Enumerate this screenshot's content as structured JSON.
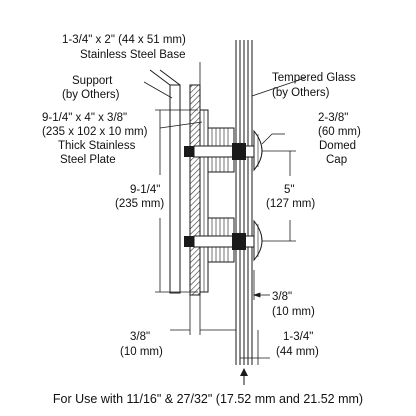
{
  "labels": {
    "base_1": "1-3/4\" x 2\" (44 x 51 mm)",
    "base_2": "Stainless Steel Base",
    "support_1": "Support",
    "support_2": "(by Others)",
    "glass_1": "Tempered Glass",
    "glass_2": "(by Others)",
    "plate_1": "9-1/4\" x 4\" x 3/8\"",
    "plate_2": "(235 x 102 x 10 mm)",
    "plate_3": "Thick Stainless",
    "plate_4": "Steel Plate",
    "cap_1": "2-3/8\"",
    "cap_2": "(60 mm)",
    "cap_3": "Domed",
    "cap_4": "Cap",
    "height_1": "9-1/4\"",
    "height_2": "(235 mm)",
    "spacing_1": "5\"",
    "spacing_2": "(127 mm)",
    "gap_right_1": "3/8\"",
    "gap_right_2": "(10 mm)",
    "gap_left_1": "3/8\"",
    "gap_left_2": "(10 mm)",
    "depth_1": "1-3/4\"",
    "depth_2": "(44 mm)"
  },
  "footer": "For Use with 11/16\" & 27/32\" (17.52 mm and 21.52 mm)",
  "colors": {
    "line": "#1a1a1a",
    "hatch": "#333333",
    "fill": "#ffffff"
  }
}
